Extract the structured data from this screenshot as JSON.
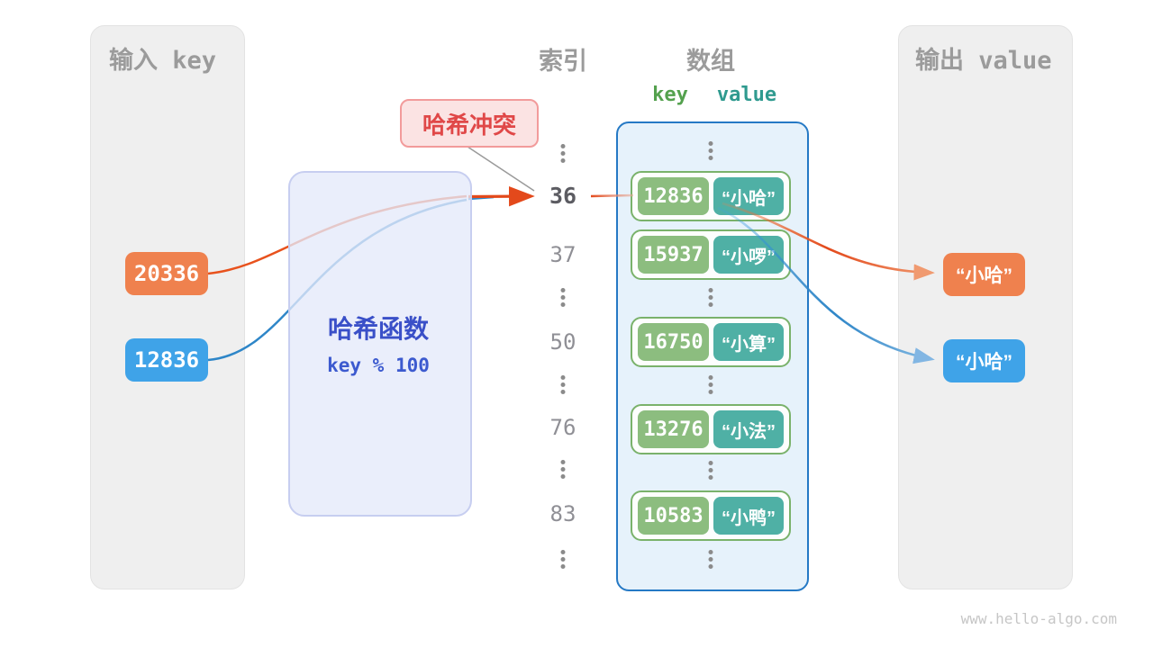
{
  "watermark": "www.hello-algo.com",
  "input_panel": {
    "title": "输入 key",
    "keys": [
      "20336",
      "12836"
    ]
  },
  "hash_function": {
    "title": "哈希函数",
    "formula": "key % 100"
  },
  "collision_label": {
    "text": "哈希冲突"
  },
  "index_column": {
    "title": "索引",
    "indices": [
      {
        "value": "36",
        "highlighted": true
      },
      {
        "value": "37",
        "highlighted": false
      },
      {
        "value": "50",
        "highlighted": false
      },
      {
        "value": "76",
        "highlighted": false
      },
      {
        "value": "83",
        "highlighted": false
      }
    ]
  },
  "array_panel": {
    "title": "数组",
    "columns": {
      "key": "key",
      "value": "value"
    },
    "pairs": [
      {
        "key": "12836",
        "value": "“小哈”"
      },
      {
        "key": "15937",
        "value": "“小啰”"
      },
      {
        "key": "16750",
        "value": "“小算”"
      },
      {
        "key": "13276",
        "value": "“小法”"
      },
      {
        "key": "10583",
        "value": "“小鸭”"
      }
    ]
  },
  "output_panel": {
    "title": "输出 value",
    "values": [
      "“小哈”",
      "“小哈”"
    ]
  },
  "colors": {
    "orange": "#EF814E",
    "blue": "#3FA3E8",
    "arrow_red": "#E3491B",
    "key_green": "#8CBD7F",
    "value_teal": "#4FB0A5",
    "pair_border": "#7AB26B",
    "array_border": "#2579C5",
    "array_fill": "#E6F2FB",
    "hash_text": "#3A50C8",
    "collision_red": "#E04848",
    "panel_gray": "#EFEFEF"
  }
}
